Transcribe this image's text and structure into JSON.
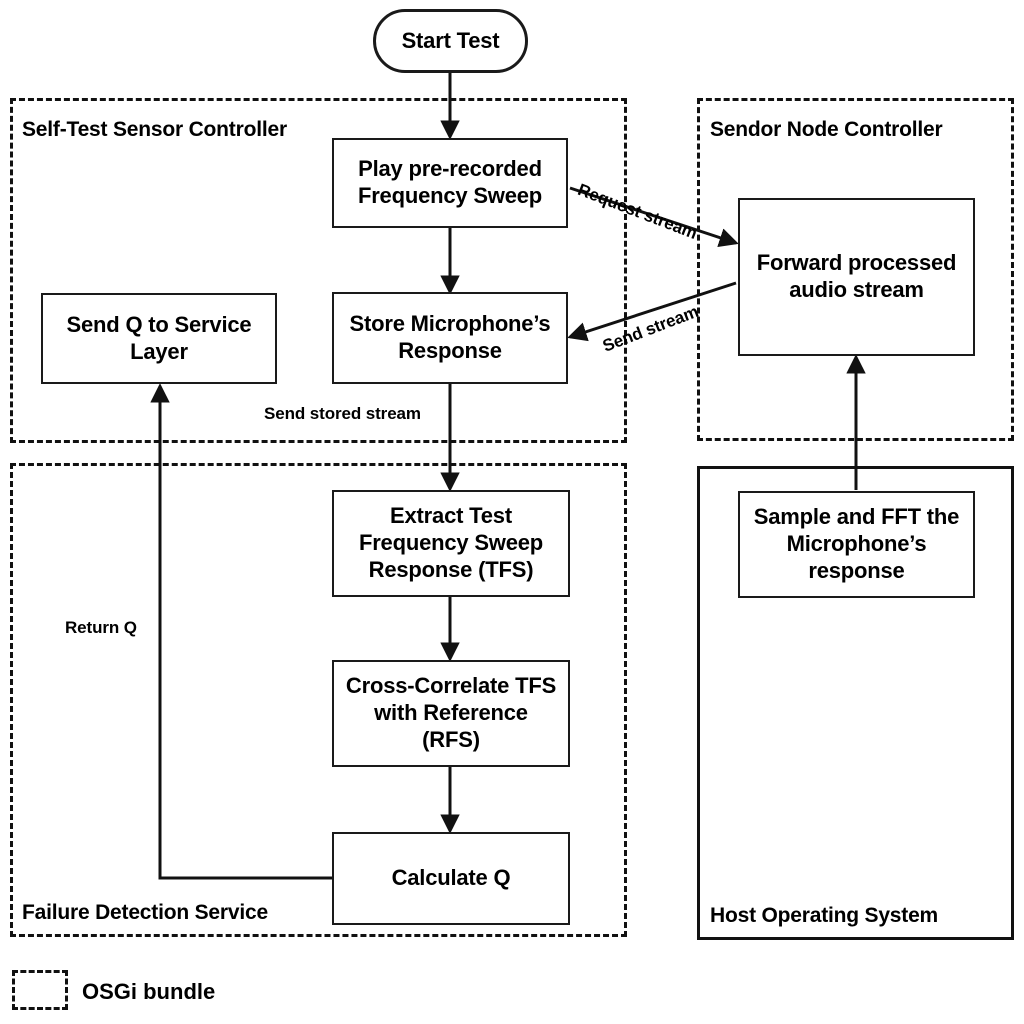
{
  "diagram": {
    "title": "Self-test sensor flow diagram",
    "stroke_color": "#111111",
    "background_color": "#ffffff"
  },
  "groups": [
    {
      "id": "self-test-sensor-controller",
      "label": "Self-Test Sensor Controller",
      "style": "dashed"
    },
    {
      "id": "sendor-node-controller",
      "label": "Sendor Node Controller",
      "style": "dashed"
    },
    {
      "id": "failure-detection-service",
      "label": "Failure Detection Service",
      "style": "dashed"
    },
    {
      "id": "host-operating-system",
      "label": "Host Operating System",
      "style": "solid"
    }
  ],
  "nodes": [
    {
      "id": "start-test",
      "label": "Start Test",
      "shape": "terminator"
    },
    {
      "id": "play-sweep",
      "label": "Play pre-recorded\nFrequency Sweep",
      "shape": "process"
    },
    {
      "id": "store-response",
      "label": "Store Microphone’s\nResponse",
      "shape": "process"
    },
    {
      "id": "send-q",
      "label": "Send Q to Service\nLayer",
      "shape": "process"
    },
    {
      "id": "forward-audio",
      "label": "Forward processed\naudio stream",
      "shape": "process"
    },
    {
      "id": "sample-fft",
      "label": "Sample and FFT the\nMicrophone’s\nresponse",
      "shape": "process"
    },
    {
      "id": "extract-tfs",
      "label": "Extract Test\nFrequency Sweep\nResponse (TFS)",
      "shape": "process"
    },
    {
      "id": "cross-correlate",
      "label": "Cross-Correlate TFS\nwith Reference\n(RFS)",
      "shape": "process"
    },
    {
      "id": "calculate-q",
      "label": "Calculate Q",
      "shape": "process"
    }
  ],
  "edge_labels": [
    {
      "id": "request-stream",
      "label": "Request stream"
    },
    {
      "id": "send-stream",
      "label": "Send stream"
    },
    {
      "id": "send-stored-stream",
      "label": "Send stored stream"
    },
    {
      "id": "return-q",
      "label": "Return Q"
    }
  ],
  "legend": {
    "label": "OSGi bundle"
  }
}
